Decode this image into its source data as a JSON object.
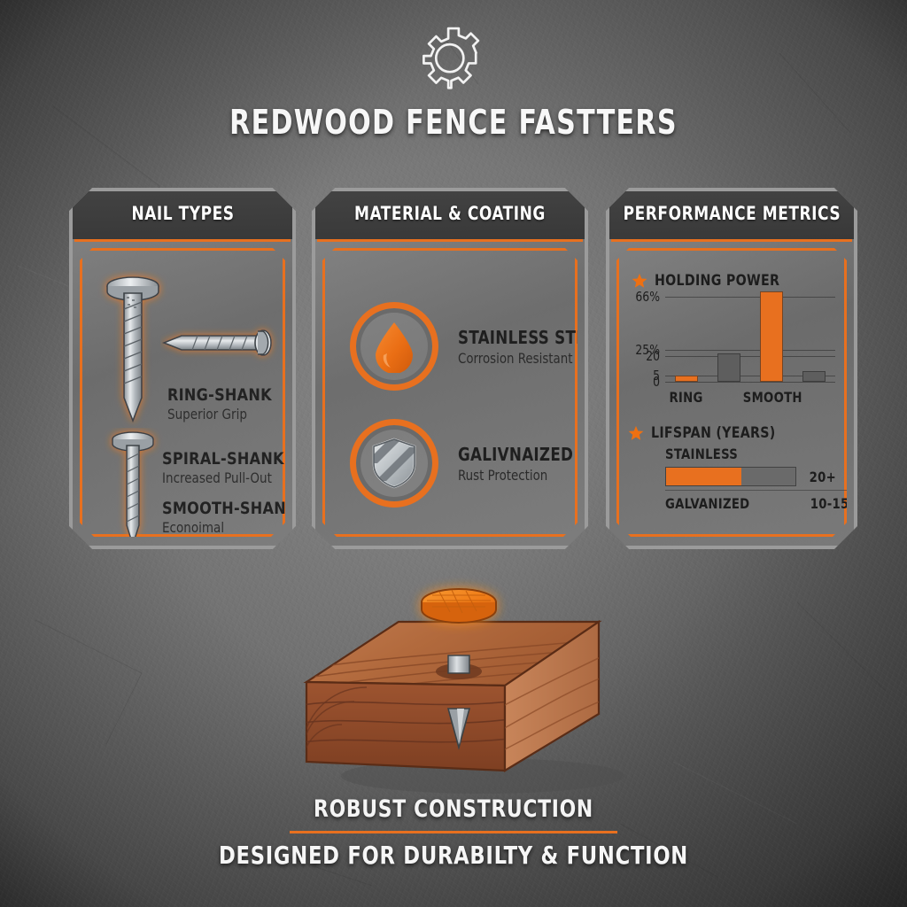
{
  "header": {
    "icon": "gear-icon",
    "title": "REDWOOD FENCE FASTTERS"
  },
  "colors": {
    "accent_orange": "#e8701f",
    "panel_gray": "#8a8a8a",
    "header_band": "#3e3e3e",
    "text_light": "#f7f7f7",
    "text_dark": "#1d1d1d",
    "wood": "#a8562e",
    "metal": "#b7bcc0"
  },
  "panels": [
    {
      "id": "nail-types",
      "title": "NAIL TYPES",
      "items": [
        {
          "label": "RING-SHANK",
          "sub": "Superior Grip",
          "icon": "nail-ring-shank-icon"
        },
        {
          "label": "SPIRAL-SHANK",
          "sub": "Increased Pull-Out",
          "icon": "nail-spiral-shank-icon"
        },
        {
          "label": "SMOOTH-SHANK",
          "sub": "Econoimal",
          "icon": "nail-smooth-shank-icon"
        }
      ]
    },
    {
      "id": "material-coating",
      "title": "MATERIAL & COATING",
      "items": [
        {
          "label": "STAINLESS STEEL",
          "sub": "Corrosion Resistant",
          "icon": "droplet-icon"
        },
        {
          "label": "GALIVNAIZED",
          "sub": "Rust Protection",
          "icon": "shield-icon"
        }
      ]
    },
    {
      "id": "performance-metrics",
      "title": "PERFORMANCE METRICS",
      "sections": [
        {
          "icon": "star-icon",
          "label": "HOLDING POWER"
        },
        {
          "icon": "star-icon",
          "label": "LIFSPAN (YEARS)"
        }
      ]
    }
  ],
  "chart_data": [
    {
      "type": "bar",
      "title": "HOLDING POWER",
      "categories": [
        "RING",
        "",
        "SMOOTH",
        ""
      ],
      "values": [
        5,
        22,
        70,
        8
      ],
      "bar_colors": [
        "#e8701f",
        "#5e5e5e",
        "#e8701f",
        "#5e5e5e"
      ],
      "ytick_labels": [
        "0",
        "5",
        "20",
        "25%",
        "66%"
      ],
      "ytick_values": [
        0,
        5,
        20,
        25,
        66
      ],
      "ylim": [
        0,
        66
      ],
      "xlabel": "",
      "ylabel": "",
      "grid": true,
      "legend": "none"
    },
    {
      "type": "bar",
      "title": "LIFSPAN (YEARS)",
      "orientation": "horizontal",
      "categories": [
        "STAINLESS",
        "GALVANIZED"
      ],
      "values": [
        20,
        12.5
      ],
      "value_labels": [
        "20+",
        "10-15"
      ],
      "fill_fraction": 0.58,
      "bar_colors": [
        "#e8701f",
        "#5e5e5e"
      ],
      "grid": false,
      "legend": "none"
    }
  ],
  "illustration": {
    "name": "wood-block-with-nail",
    "parts": [
      "redwood-block",
      "orange-nail-head",
      "nail-shank",
      "nail-point"
    ]
  },
  "footer": {
    "line1": "ROBUST CONSTRUCTION",
    "line2": "DESIGNED FOR DURABILTY & FUNCTION"
  }
}
